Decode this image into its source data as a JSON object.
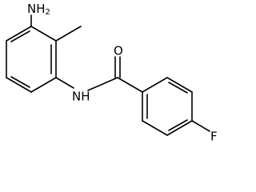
{
  "atom_labels": {
    "amine_top": {
      "main": "NH",
      "sub": "2"
    },
    "amide_nitrogen": "NH",
    "carbonyl_oxygen": "O",
    "fluorine": "F"
  }
}
